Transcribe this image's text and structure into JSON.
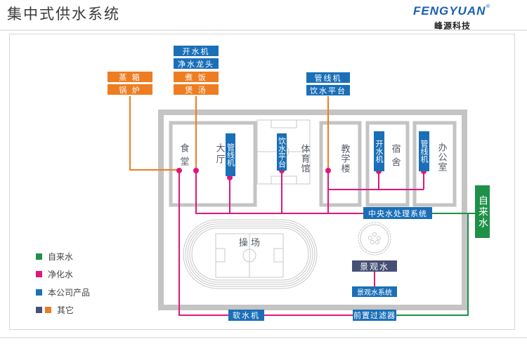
{
  "header": {
    "title": "集中式供水系统",
    "logo_en": "FENGYUAN",
    "logo_reg": "®",
    "logo_cn": "峰源科技"
  },
  "colors": {
    "tap_water": "#1e9048",
    "purified_water": "#e0177a",
    "company_product": "#1a6fb8",
    "other_navy": "#465075",
    "other_orange": "#ee7d22",
    "wall": "#c2c2c2"
  },
  "top_labels": {
    "steamer_group": [
      "蒸 箱",
      "锅 炉"
    ],
    "kitchen_group": [
      "开水机",
      "净水龙头",
      "煮 饭",
      "煲 汤"
    ],
    "teaching_group": [
      "管线机",
      "饮水平台"
    ]
  },
  "buildings": {
    "canteen": "食堂",
    "hall": "大厅",
    "gym": "体育馆",
    "teaching": "教学楼",
    "dorm": "宿舍",
    "office": "办公室",
    "playground": "操 场"
  },
  "devices": {
    "hall_device": "管线机",
    "gym_device": "饮水平台",
    "dorm_device": "开水机",
    "office_device": "管线机"
  },
  "system_labels": {
    "central": "中央水处理系统",
    "tap_water": "自来水",
    "landscape": "景观水",
    "landscape_system": "景观水系统",
    "softener": "软水机",
    "prefilter": "前置过滤器"
  },
  "legend": [
    {
      "label": "自来水",
      "colors": [
        "#1e9048"
      ]
    },
    {
      "label": "净化水",
      "colors": [
        "#e0177a"
      ]
    },
    {
      "label": "本公司产品",
      "colors": [
        "#1a6fb8"
      ]
    },
    {
      "label": "其它",
      "colors": [
        "#465075",
        "#ee7d22"
      ]
    }
  ]
}
